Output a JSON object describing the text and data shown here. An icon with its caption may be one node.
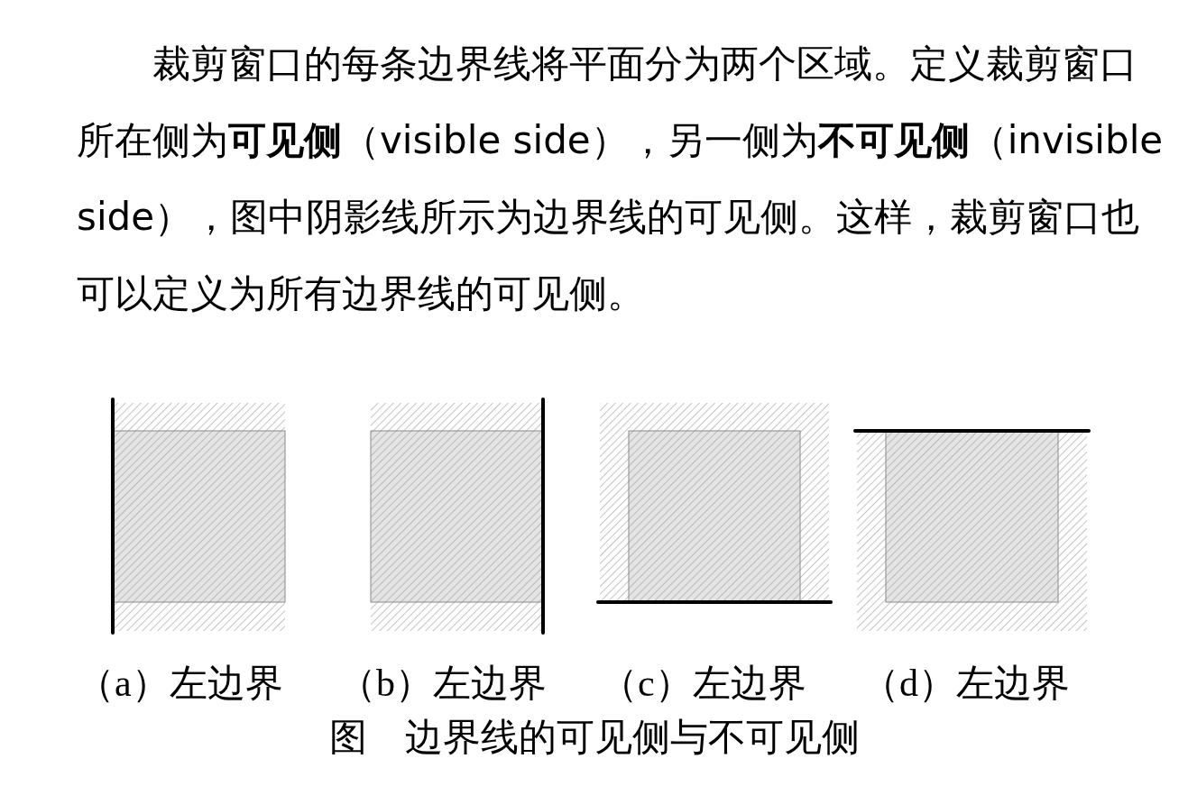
{
  "diagram": {
    "caption": "图　边界线的可见侧与不可见侧",
    "labels": [
      "裁剪窗口的每条边界线将平面分为两个区域。定义裁剪窗口所在侧为**可见侧**（visible side），另一侧为**不可见侧**（invisible side），图中阴影线所示为边界线的可见侧。这样，裁剪窗口也可以定义为所有边界线的可见侧。",
      "（a）左边界",
      "（b）左边界",
      "（c）左边界",
      "（d）左边界"
    ]
  }
}
